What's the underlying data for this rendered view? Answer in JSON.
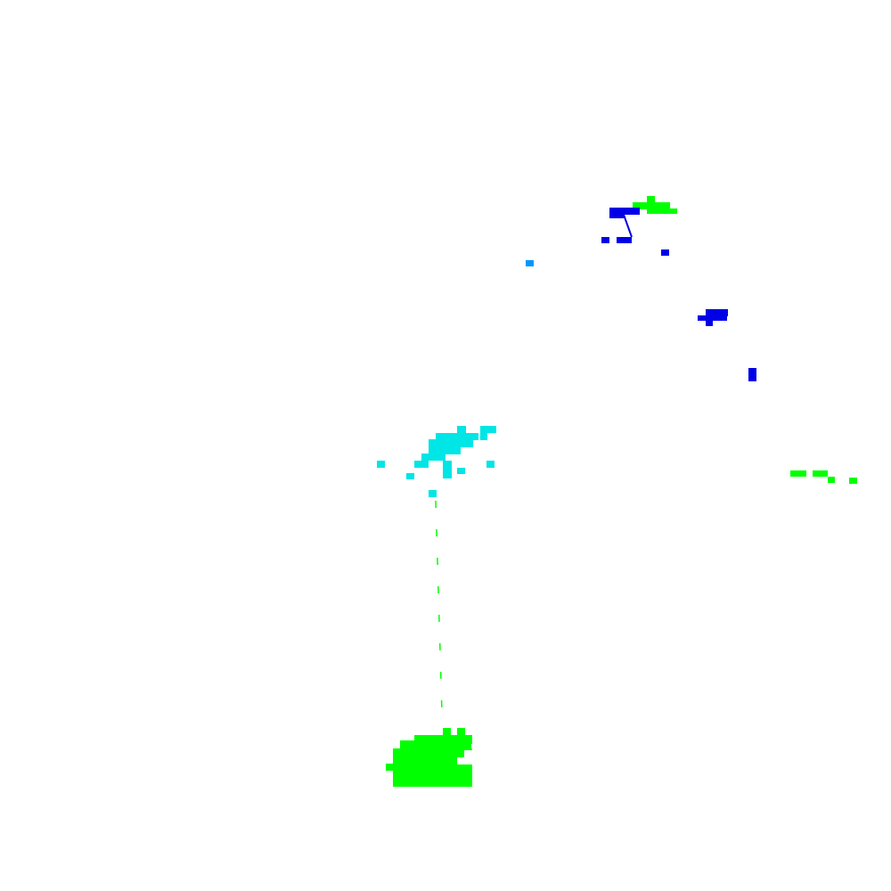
{
  "colors": {
    "background": "#ffffff",
    "green": "#00ff00",
    "blue": "#0000e6",
    "cyan": "#00e5e5",
    "light_blue": "#0096ff"
  },
  "clusters": [
    {
      "name": "green-cluster-large",
      "color_key": "green"
    },
    {
      "name": "cyan-cluster",
      "color_key": "cyan"
    },
    {
      "name": "blue-cluster-top",
      "color_key": "blue"
    },
    {
      "name": "green-cluster-top",
      "color_key": "green"
    },
    {
      "name": "blue-cluster-right",
      "color_key": "blue"
    },
    {
      "name": "green-cluster-right",
      "color_key": "green"
    },
    {
      "name": "light-blue-dot",
      "color_key": "light_blue"
    }
  ]
}
